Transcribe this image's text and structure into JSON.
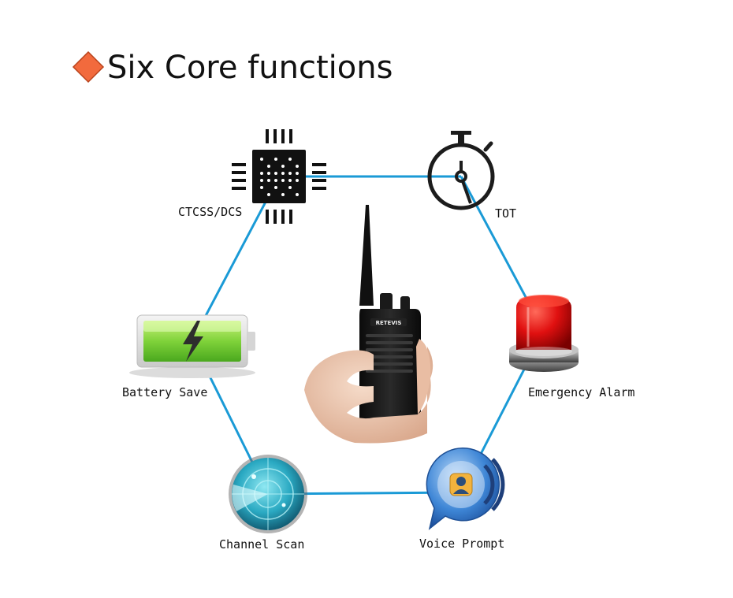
{
  "title": "Six Core functions",
  "colors": {
    "connector": "#1a9ad6",
    "bullet": "#f26a3d",
    "bullet_stroke": "#b8431c",
    "text": "#111111"
  },
  "features": [
    {
      "label": "CTCSS/DCS",
      "icon": "chip-icon"
    },
    {
      "label": "TOT",
      "icon": "stopwatch-icon"
    },
    {
      "label": "Emergency Alarm",
      "icon": "siren-icon"
    },
    {
      "label": "Voice Prompt",
      "icon": "voice-bubble-icon"
    },
    {
      "label": "Channel Scan",
      "icon": "radar-icon"
    },
    {
      "label": "Battery Save",
      "icon": "battery-icon"
    }
  ],
  "center_device": {
    "brand": "RETEVIS",
    "icon": "walkie-talkie-in-hand"
  }
}
